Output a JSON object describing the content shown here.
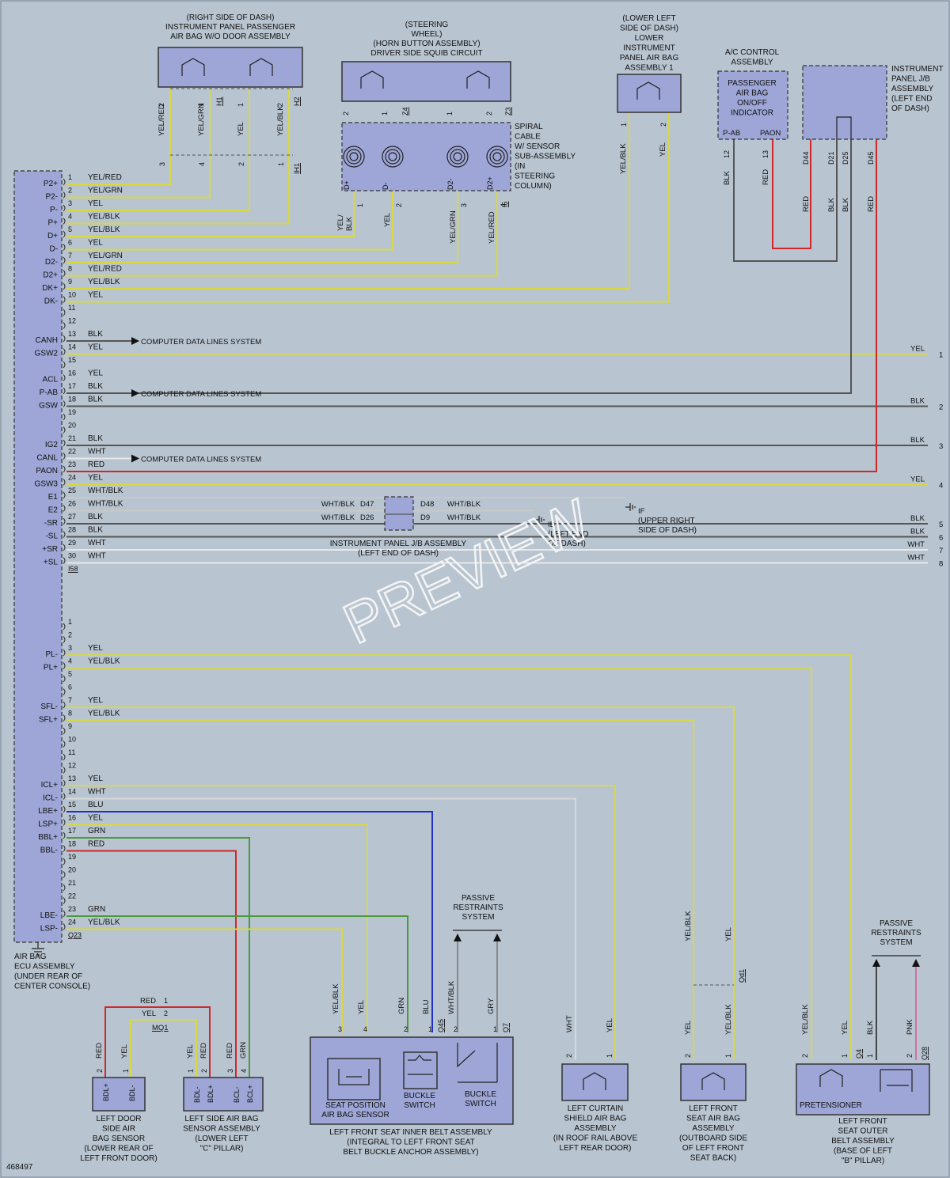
{
  "colors": {
    "background": "#b8c4d0",
    "component": "#9da6d6",
    "YEL": "#d8d840",
    "GRN": "#4a9a3c",
    "RED": "#d02828",
    "BLU": "#2030d0",
    "BLK": "#555555",
    "WHT": "#e8e8e8",
    "GRY": "#8a8a8a",
    "ORG": "#d8a040",
    "PNK": "#d070a0"
  },
  "ecu": {
    "title": [
      "AIR BAG",
      "ECU ASSEMBLY",
      "(UNDER REAR OF",
      "CENTER CONSOLE)"
    ],
    "conn_a": "I58",
    "conn_b": "Q23",
    "pins_a": [
      [
        "1",
        "P2+",
        "YEL/RED"
      ],
      [
        "2",
        "P2-",
        "YEL/GRN"
      ],
      [
        "3",
        "P-",
        "YEL"
      ],
      [
        "4",
        "P+",
        "YEL/BLK"
      ],
      [
        "5",
        "D+",
        "YEL/BLK"
      ],
      [
        "6",
        "D-",
        "YEL"
      ],
      [
        "7",
        "D2-",
        "YEL/GRN"
      ],
      [
        "8",
        "D2+",
        "YEL/RED"
      ],
      [
        "9",
        "DK+",
        "YEL/BLK"
      ],
      [
        "10",
        "DK-",
        "YEL"
      ],
      [
        "11",
        "",
        ""
      ],
      [
        "12",
        "",
        ""
      ],
      [
        "13",
        "CANH",
        "BLK"
      ],
      [
        "14",
        "GSW2",
        "YEL"
      ],
      [
        "15",
        "",
        ""
      ],
      [
        "16",
        "ACL",
        "YEL"
      ],
      [
        "17",
        "P-AB",
        "BLK"
      ],
      [
        "18",
        "GSW",
        "BLK"
      ],
      [
        "19",
        "",
        ""
      ],
      [
        "20",
        "",
        ""
      ],
      [
        "21",
        "IG2",
        "BLK"
      ],
      [
        "22",
        "CANL",
        "WHT"
      ],
      [
        "23",
        "PAON",
        "RED"
      ],
      [
        "24",
        "GSW3",
        "YEL"
      ],
      [
        "25",
        "E1",
        "WHT/BLK"
      ],
      [
        "26",
        "E2",
        "WHT/BLK"
      ],
      [
        "27",
        "-SR",
        "BLK"
      ],
      [
        "28",
        "-SL",
        "BLK"
      ],
      [
        "29",
        "+SR",
        "WHT"
      ],
      [
        "30",
        "+SL",
        "WHT"
      ]
    ],
    "pins_b": [
      [
        "1",
        "",
        ""
      ],
      [
        "2",
        "",
        ""
      ],
      [
        "3",
        "PL-",
        "YEL"
      ],
      [
        "4",
        "PL+",
        "YEL/BLK"
      ],
      [
        "5",
        "",
        ""
      ],
      [
        "6",
        "",
        ""
      ],
      [
        "7",
        "SFL-",
        "YEL"
      ],
      [
        "8",
        "SFL+",
        "YEL/BLK"
      ],
      [
        "9",
        "",
        ""
      ],
      [
        "10",
        "",
        ""
      ],
      [
        "11",
        "",
        ""
      ],
      [
        "12",
        "",
        ""
      ],
      [
        "13",
        "ICL+",
        "YEL"
      ],
      [
        "14",
        "ICL-",
        "WHT"
      ],
      [
        "15",
        "LBE+",
        "BLU"
      ],
      [
        "16",
        "LSP+",
        "YEL"
      ],
      [
        "17",
        "BBL+",
        "GRN"
      ],
      [
        "18",
        "BBL-",
        "RED"
      ],
      [
        "19",
        "",
        ""
      ],
      [
        "20",
        "",
        ""
      ],
      [
        "21",
        "",
        ""
      ],
      [
        "22",
        "",
        ""
      ],
      [
        "23",
        "LBE-",
        "GRN"
      ],
      [
        "24",
        "LSP-",
        "YEL/BLK"
      ]
    ]
  },
  "components": {
    "passenger_airbag": {
      "title": [
        "(RIGHT SIDE OF DASH)",
        "INSTRUMENT PANEL PASSENGER",
        "AIR BAG W/O DOOR ASSEMBLY"
      ],
      "conn_top": [
        "H1",
        "H2"
      ],
      "conn_low": "IH1",
      "pins_top": [
        "2",
        "1",
        "1",
        "2"
      ],
      "pins_low": [
        "3",
        "4",
        "2",
        "1"
      ],
      "wires": [
        "YEL/RED",
        "YEL/GRN",
        "YEL",
        "YEL/BLK"
      ]
    },
    "steering": {
      "title": [
        "(STEERING",
        "WHEEL)",
        "(HORN BUTTON ASSEMBLY)",
        "DRIVER SIDE SQUIB CIRCUIT"
      ],
      "conn": [
        "Z4",
        "Z3"
      ],
      "pins": [
        "2",
        "1",
        "1",
        "2"
      ]
    },
    "spiral": {
      "title": [
        "SPIRAL",
        "CABLE",
        "W/ SENSOR",
        "SUB-ASSEMBLY",
        "(IN",
        "STEERING",
        "COLUMN)"
      ],
      "terms": [
        "D+",
        "D-",
        "D2-",
        "D2+"
      ],
      "conn": "I5",
      "pins": [
        "1",
        "2",
        "3",
        "4"
      ],
      "wires": [
        "YEL/ BLK",
        "YEL",
        "YEL/GRN",
        "YEL/RED"
      ]
    },
    "knee_airbag": {
      "title": [
        "(LOWER LEFT",
        "SIDE OF DASH)",
        "LOWER",
        "INSTRUMENT",
        "PANEL AIR BAG",
        "ASSEMBLY 1"
      ],
      "pins": [
        "1",
        "2"
      ],
      "wires": [
        "YEL/BLK",
        "YEL"
      ]
    },
    "ac_control": {
      "title": [
        "A/C CONTROL",
        "ASSEMBLY"
      ],
      "inner": [
        "PASSENGER",
        "AIR BAG",
        "ON/OFF",
        "INDICATOR"
      ],
      "terms": [
        "P-AB",
        "PAON"
      ],
      "pins": [
        "12",
        "13"
      ],
      "wires": [
        "BLK",
        "RED"
      ]
    },
    "ip_jb": {
      "title": [
        "INSTRUMENT",
        "PANEL J/B",
        "ASSEMBLY",
        "(LEFT END",
        "OF DASH)"
      ],
      "conns": [
        "D44",
        "D21",
        "D25",
        "D45"
      ],
      "wires": [
        "RED",
        "BLK",
        "BLK",
        "RED"
      ]
    },
    "ground_jb": {
      "title": [
        "INSTRUMENT PANEL J/B ASSEMBLY",
        "(LEFT END OF DASH)"
      ],
      "left": [
        "D47",
        "D26"
      ],
      "right": [
        "D48",
        "D9"
      ],
      "wire": "WHT/BLK",
      "ground_if": [
        "IF",
        "(UPPER RIGHT",
        "SIDE OF DASH)"
      ],
      "ground_ib": [
        "IB",
        "(LEFT END",
        "OF DASH)"
      ]
    },
    "door_sensor": {
      "title": [
        "LEFT DOOR",
        "SIDE AIR",
        "BAG SENSOR",
        "(LOWER REAR OF",
        "LEFT FRONT DOOR)"
      ],
      "terms": [
        "BDL+",
        "BDL-"
      ],
      "pins": [
        "2",
        "1"
      ],
      "wires": [
        "RED",
        "YEL"
      ]
    },
    "side_sensor": {
      "title": [
        "LEFT SIDE AIR BAG",
        "SENSOR ASSEMBLY",
        "(LOWER LEFT",
        "\"C\" PILLAR)"
      ],
      "terms": [
        "BDL-",
        "BDL+",
        "BCL-",
        "BCL+"
      ],
      "pins": [
        "1",
        "2",
        "3",
        "4"
      ],
      "wires": [
        "YEL",
        "RED",
        "RED",
        "GRN"
      ],
      "conn": "MQ1",
      "conn_pins": [
        "1",
        "2"
      ],
      "conn_wires": [
        "RED",
        "YEL"
      ]
    },
    "inner_belt": {
      "title": [
        "LEFT FRONT SEAT INNER BELT ASSEMBLY",
        "(INTEGRAL TO LEFT FRONT SEAT",
        "BELT BUCKLE ANCHOR ASSEMBLY)"
      ],
      "seat_pos": [
        "SEAT POSITION",
        "AIR BAG SENSOR"
      ],
      "buckle1": [
        "BUCKLE",
        "SWITCH"
      ],
      "buckle2": [
        "BUCKLE",
        "SWITCH"
      ],
      "conns": [
        "Q45",
        "Q7"
      ],
      "pins": [
        "3",
        "4",
        "2",
        "1",
        "2",
        "1"
      ],
      "wires": [
        "YEL/BLK",
        "YEL",
        "GRN",
        "BLU",
        "WHT/BLK",
        "GRY"
      ],
      "passive": [
        "PASSIVE",
        "RESTRAINTS",
        "SYSTEM"
      ]
    },
    "curtain": {
      "title": [
        "LEFT CURTAIN",
        "SHIELD AIR BAG",
        "ASSEMBLY",
        "(IN ROOF RAIL ABOVE",
        "LEFT REAR DOOR)"
      ],
      "pins": [
        "2",
        "1"
      ],
      "wires": [
        "WHT",
        "YEL"
      ]
    },
    "front_seat_airbag": {
      "title": [
        "LEFT FRONT",
        "SEAT AIR BAG",
        "ASSEMBLY",
        "(OUTBOARD SIDE",
        "OF LEFT FRONT",
        "SEAT BACK)"
      ],
      "conn": "Qd1",
      "pins": [
        "2",
        "1"
      ],
      "wires": [
        "YEL",
        "YEL/BLK"
      ],
      "upper_wires": [
        "YEL/BLK",
        "YEL"
      ]
    },
    "outer_belt": {
      "title": [
        "LEFT FRONT",
        "SEAT OUTER",
        "BELT ASSEMBLY",
        "(BASE OF LEFT",
        "\"B\" PILLAR)"
      ],
      "inner": "PRETENSIONER",
      "conns": [
        "Q4",
        "Q28"
      ],
      "pins": [
        "2",
        "1",
        "1",
        "2"
      ],
      "wires": [
        "YEL/BLK",
        "YEL",
        "BLK",
        "PNK"
      ],
      "passive": [
        "PASSIVE",
        "RESTRAINTS",
        "SYSTEM"
      ]
    }
  },
  "data_lines": "COMPUTER DATA LINES SYSTEM",
  "right_edge": [
    [
      "YEL",
      "1"
    ],
    [
      "BLK",
      "2"
    ],
    [
      "BLK",
      "3"
    ],
    [
      "YEL",
      "4"
    ],
    [
      "BLK",
      "5"
    ],
    [
      "BLK",
      "6"
    ],
    [
      "WHT",
      "7"
    ],
    [
      "WHT",
      "8"
    ]
  ],
  "figure_id": "468497",
  "watermark": "PREVIEW"
}
